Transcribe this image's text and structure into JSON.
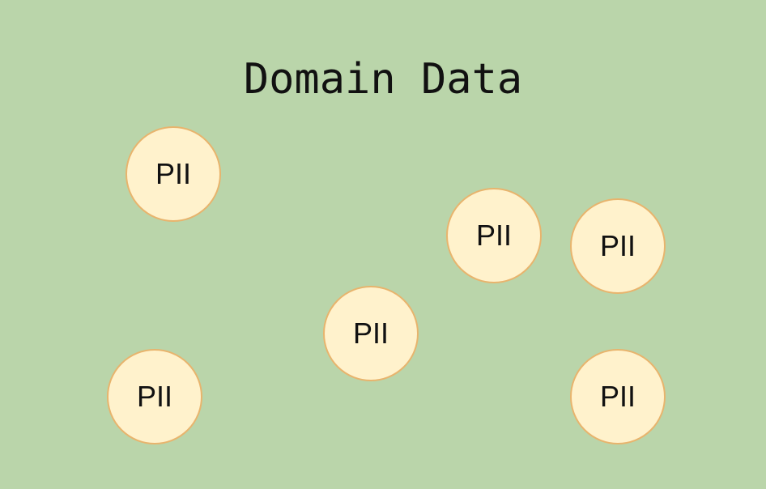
{
  "title": "Domain Data",
  "nodes": [
    {
      "label": "PII"
    },
    {
      "label": "PII"
    },
    {
      "label": "PII"
    },
    {
      "label": "PII"
    },
    {
      "label": "PII"
    },
    {
      "label": "PII"
    }
  ],
  "colors": {
    "background": "#bad5aa",
    "node_fill": "#fff2cc",
    "node_stroke": "#e8b46d",
    "text": "#111111"
  }
}
